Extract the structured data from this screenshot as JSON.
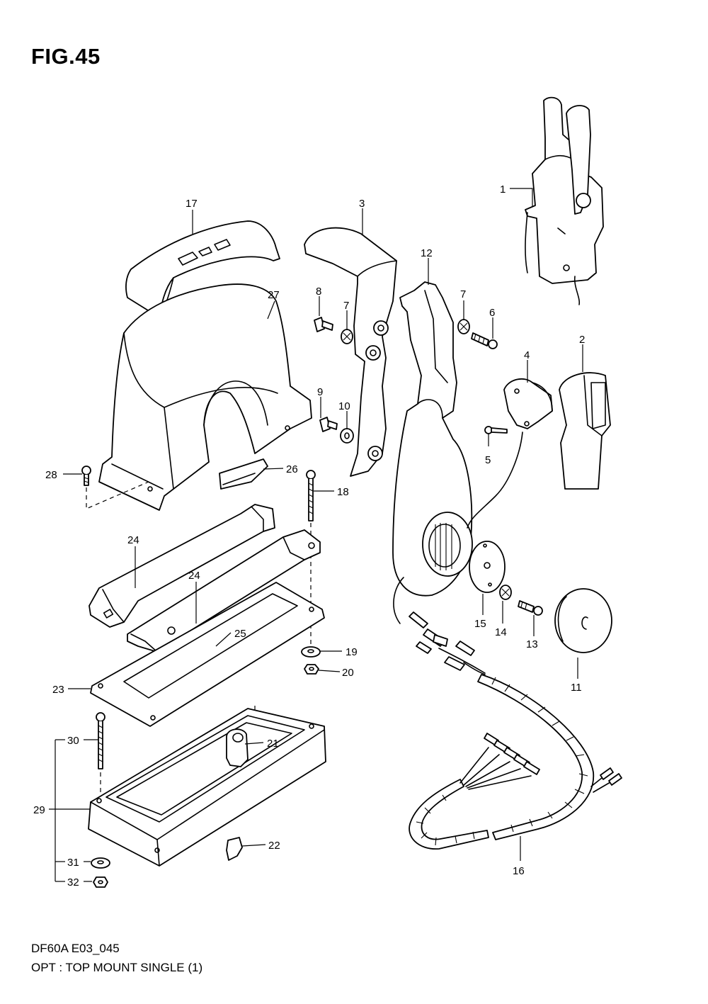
{
  "figure": {
    "title": "FIG.45"
  },
  "footer": {
    "code": "DF60A E03_045",
    "description": "OPT : TOP MOUNT SINGLE (1)"
  },
  "callouts": [
    "1",
    "2",
    "3",
    "4",
    "5",
    "6",
    "7",
    "7",
    "8",
    "9",
    "10",
    "11",
    "12",
    "13",
    "14",
    "15",
    "16",
    "17",
    "18",
    "19",
    "20",
    "21",
    "22",
    "23",
    "24",
    "24",
    "25",
    "26",
    "27",
    "28",
    "29",
    "30",
    "31",
    "32"
  ]
}
